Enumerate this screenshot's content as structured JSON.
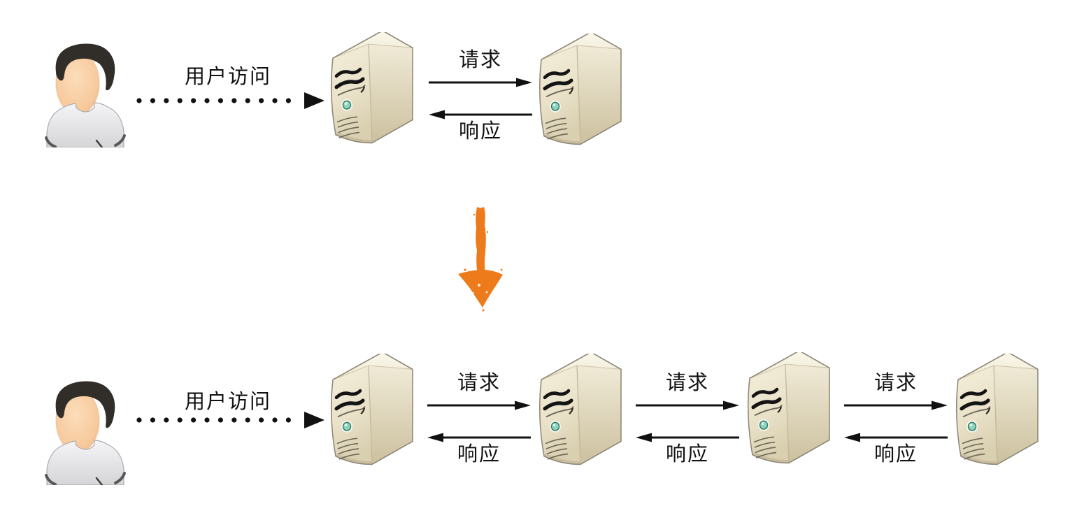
{
  "rows": [
    {
      "name": "single-backend",
      "user_label": "用户访问",
      "server_count": 2,
      "links": [
        {
          "request_label": "请求",
          "response_label": "响应"
        }
      ]
    },
    {
      "name": "server-chain",
      "user_label": "用户访问",
      "server_count": 4,
      "links": [
        {
          "request_label": "请求",
          "response_label": "响应"
        },
        {
          "request_label": "请求",
          "response_label": "响应"
        },
        {
          "request_label": "请求",
          "response_label": "响应"
        }
      ]
    }
  ],
  "transition": {
    "icon": "orange-down-arrow-icon",
    "direction": "down"
  },
  "icons": {
    "user": "user-avatar-icon",
    "server": "server-tower-icon",
    "user_link": "dotted-arrow-icon",
    "request": "request-arrow-icon",
    "response": "response-arrow-icon"
  },
  "colors": {
    "background": "#ffffff",
    "text": "#111111",
    "black_arrow": "#111111",
    "orange_arrow": "#ed7b1c",
    "server_front": "#efe8d2",
    "server_side": "#d9cfaf",
    "server_top": "#f8f4e6",
    "server_led": "#8fd3bc",
    "avatar_shirt": "#e9e9eb",
    "avatar_skin": "#f8cda1",
    "avatar_hair": "#312e29"
  }
}
